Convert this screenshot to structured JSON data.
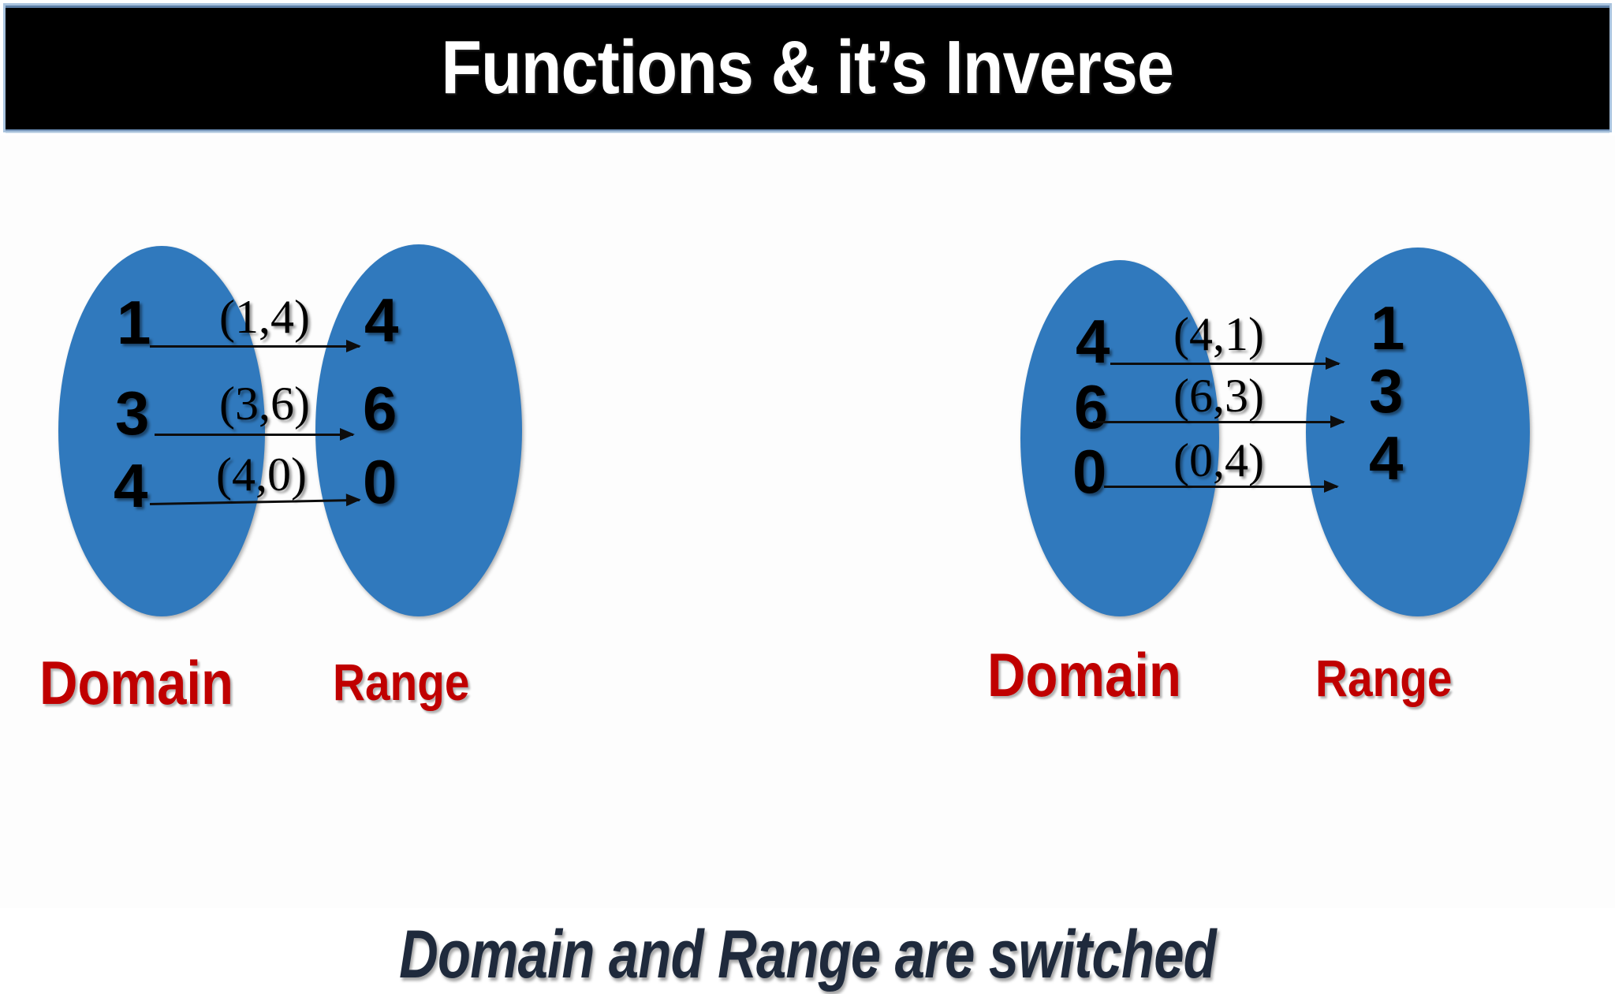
{
  "slide": {
    "title": "Functions & it’s Inverse",
    "bottom_note": "Domain and Range are switched",
    "colors": {
      "banner_background": "#000000",
      "title_text": "#ffffff",
      "banner_border": "#a9c3de",
      "ellipse_fill": "#3079bd",
      "caption_red": "#c00000",
      "note_navy": "#1f2a3c",
      "slide_background": "#fdfdfd",
      "arrow_black": "#0d0d0d"
    }
  },
  "figures": [
    {
      "id": "function",
      "domain_caption": "Domain",
      "range_caption": "Range",
      "domain_values": [
        "1",
        "3",
        "4"
      ],
      "range_values": [
        "4",
        "6",
        "0"
      ],
      "pair_labels": [
        "(1,4)",
        "(3,6)",
        "(4,0)"
      ]
    },
    {
      "id": "inverse",
      "domain_caption": "Domain",
      "range_caption": "Range",
      "domain_values": [
        "4",
        "6",
        "0"
      ],
      "range_values": [
        "1",
        "3",
        "4"
      ],
      "pair_labels": [
        "(4,1)",
        "(6,3)",
        "(0,4)"
      ]
    }
  ]
}
